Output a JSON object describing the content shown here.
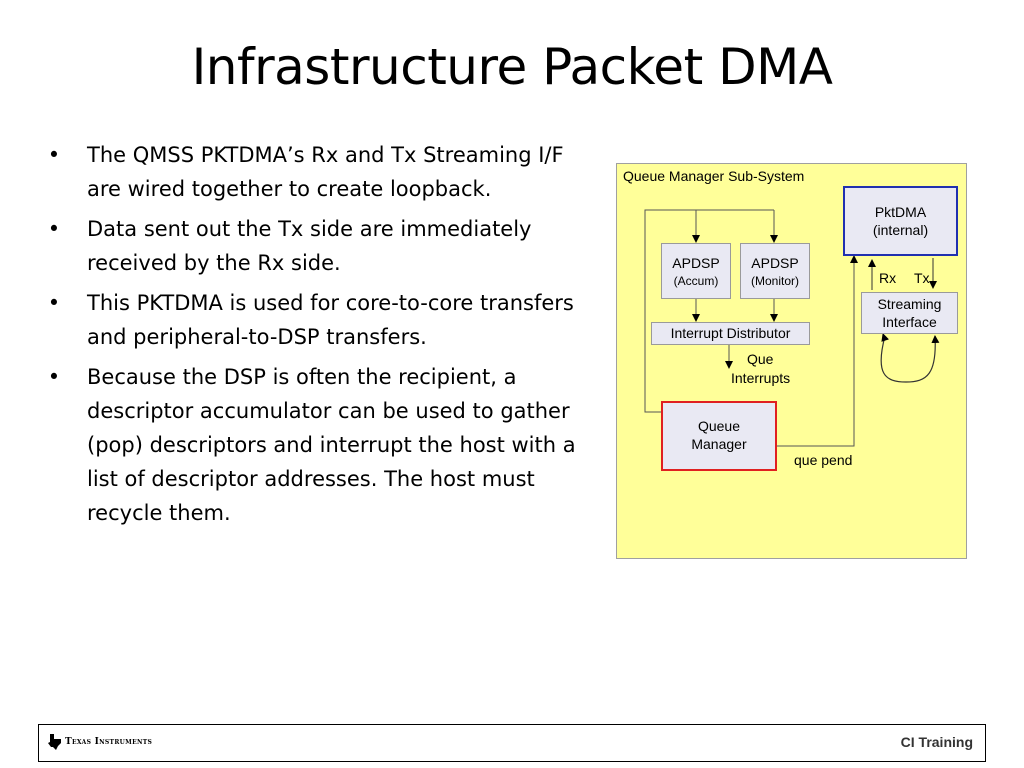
{
  "slide": {
    "title": "Infrastructure Packet DMA",
    "bullets": [
      "The QMSS PKTDMA’s Rx and Tx Streaming I/F are wired together to create loopback.",
      "Data sent out the Tx side are immediately received by the Rx side.",
      "This PKTDMA is used for core-to-core transfers and peripheral-to-DSP transfers.",
      "Because the DSP is often the recipient, a descriptor accumulator can be used to gather (pop) descriptors and interrupt the host with a list of descriptor addresses. The host must recycle them."
    ],
    "bullet_glyph": "•"
  },
  "diagram": {
    "title": "Queue Manager Sub-System",
    "pktdma": {
      "line1": "PktDMA",
      "line2": "(internal)"
    },
    "apdsp_accum": {
      "line1": "APDSP",
      "line2": "(Accum)"
    },
    "apdsp_monitor": {
      "line1": "APDSP",
      "line2": "(Monitor)"
    },
    "interrupt_distributor": "Interrupt Distributor",
    "que_interrupts": {
      "line1": "Que",
      "line2": "Interrupts"
    },
    "queue_manager": {
      "line1": "Queue",
      "line2": "Manager"
    },
    "que_pend": "que pend",
    "rx": "Rx",
    "tx": "Tx",
    "streaming": {
      "line1": "Streaming",
      "line2": "Interface"
    },
    "colors": {
      "background": "#ffff99",
      "queue_manager_border": "#e02020",
      "pktdma_border": "#2030b0",
      "box_fill": "#e9e9f3"
    }
  },
  "footer": {
    "logo_icon": "texas-state-icon",
    "brand": "Texas Instruments",
    "right": "CI Training"
  }
}
